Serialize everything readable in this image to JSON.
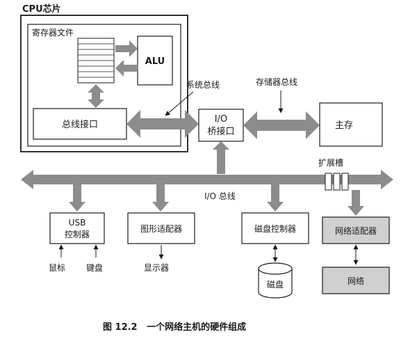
{
  "diagram": {
    "cpu_chip_label": "CPU芯片",
    "register_file_label": "寄存器文件",
    "alu_label": "ALU",
    "system_bus_label": "系统总线",
    "memory_bus_label": "存储器总线",
    "bus_interface_label": "总线接口",
    "io_bridge_label_line1": "I/O",
    "io_bridge_label_line2": "桥接口",
    "main_memory_label": "主存",
    "expansion_slots_label": "扩展槽",
    "io_bus_label": "I/O 总线",
    "usb_controller_line1": "USB",
    "usb_controller_line2": "控制器",
    "graphics_adapter_label": "图形适配器",
    "disk_controller_label": "磁盘控制器",
    "network_adapter_label": "网络适配器",
    "mouse_label": "鼠标",
    "keyboard_label": "键盘",
    "display_label": "显示器",
    "disk_label": "磁盘",
    "network_label": "网络",
    "caption": "图 12.2   一个网络主机的硬件组成"
  },
  "colors": {
    "bus": "#8c8c8c",
    "outline": "#1a1a1a",
    "shaded_box": "#d0d0d0",
    "background": "#ffffff"
  }
}
